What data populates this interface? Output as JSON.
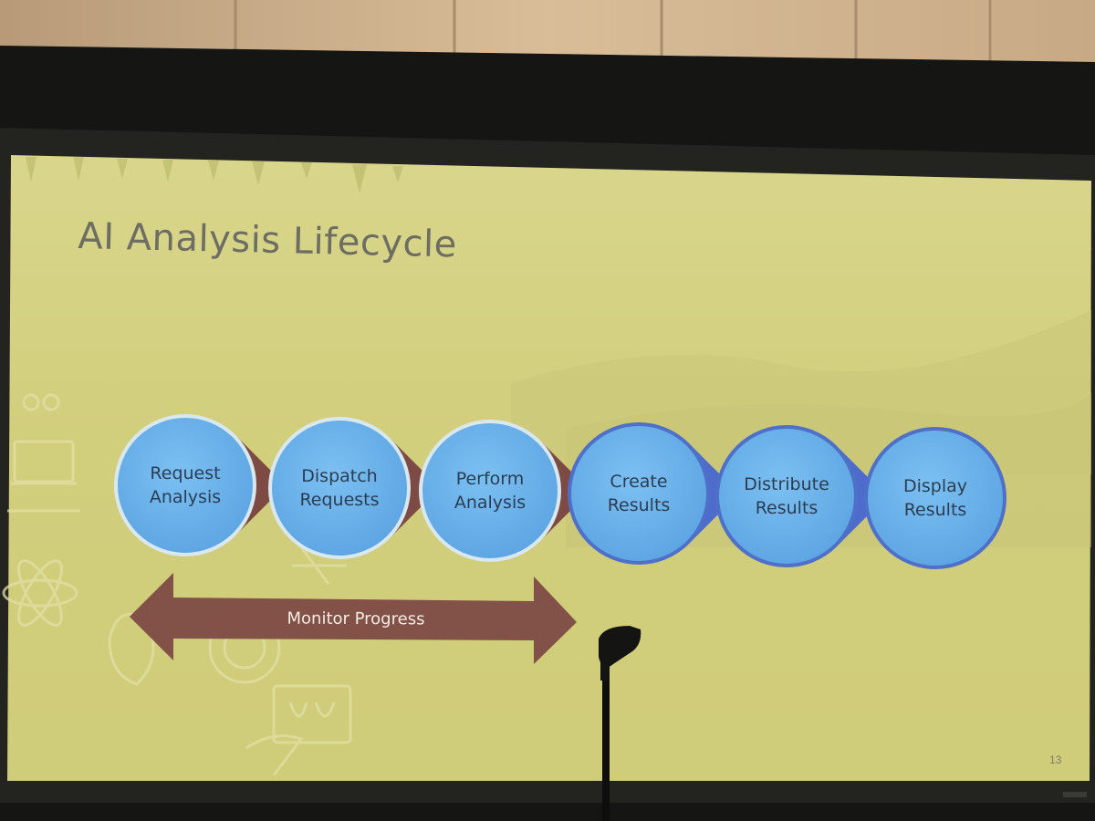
{
  "slide": {
    "title": "AI Analysis Lifecycle",
    "page_number": "13",
    "steps": [
      {
        "line1": "Request",
        "line2": "Analysis",
        "phase": "request"
      },
      {
        "line1": "Dispatch",
        "line2": "Requests",
        "phase": "request"
      },
      {
        "line1": "Perform",
        "line2": "Analysis",
        "phase": "request"
      },
      {
        "line1": "Create",
        "line2": "Results",
        "phase": "results"
      },
      {
        "line1": "Distribute",
        "line2": "Results",
        "phase": "results"
      },
      {
        "line1": "Display",
        "line2": "Results",
        "phase": "results"
      }
    ],
    "span_arrow_label": "Monitor Progress"
  },
  "colors": {
    "slide_background": "#d6d37e",
    "circle_fill": "#6fb5ea",
    "circle_border_light": "#d9e8ee",
    "circle_border_dark": "#4f70c8",
    "arrow_maroon": "#7d4a44",
    "arrow_blue": "#4d6ccc",
    "wall": "#c9a87e",
    "frame": "#161614"
  }
}
